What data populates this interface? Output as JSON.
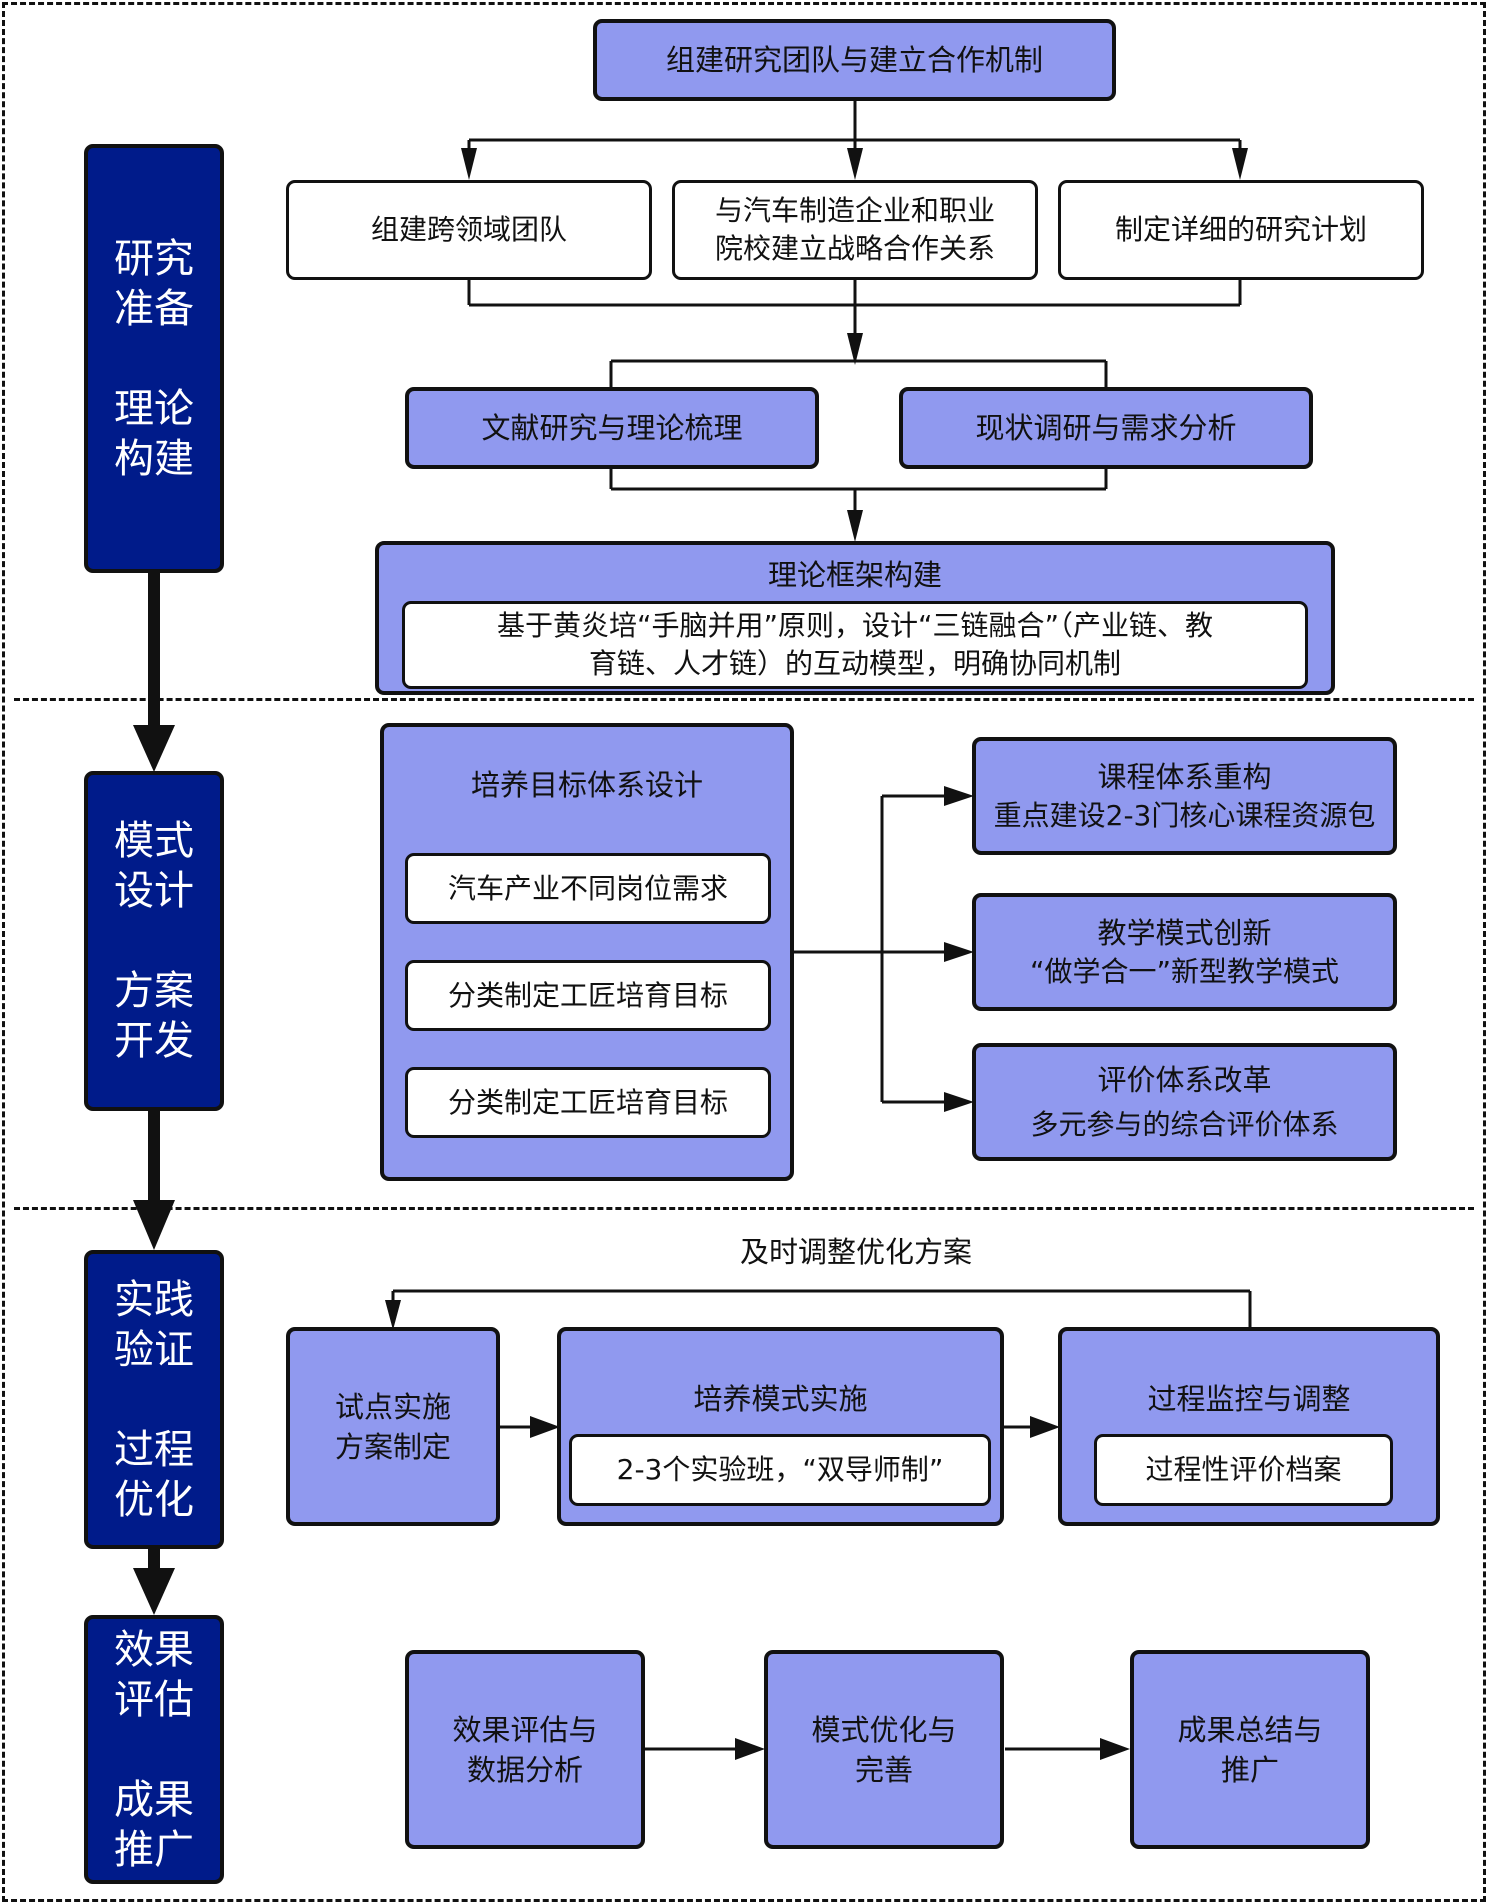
{
  "phases": [
    {
      "line1": "研究",
      "line2": "准备",
      "line3": "理论",
      "line4": "构建"
    },
    {
      "line1": "模式",
      "line2": "设计",
      "line3": "方案",
      "line4": "开发"
    },
    {
      "line1": "实践",
      "line2": "验证",
      "line3": "过程",
      "line4": "优化"
    },
    {
      "line1": "效果",
      "line2": "评估",
      "line3": "成果",
      "line4": "推广"
    }
  ],
  "stage1": {
    "top": "组建研究团队与建立合作机制",
    "branches": [
      {
        "label": "组建跨领域团队"
      },
      {
        "line1": "与汽车制造企业和职业",
        "line2": "院校建立战略合作关系"
      },
      {
        "label": "制定详细的研究计划"
      }
    ],
    "parallel": [
      "文献研究与理论梳理",
      "现状调研与需求分析"
    ],
    "framework": {
      "title": "理论框架构建",
      "line1": "基于黄炎培“手脑并用”原则，设计“三链融合”（产业链、教",
      "line2": "育链、人才链）的互动模型，明确协同机制"
    }
  },
  "stage2": {
    "goal": {
      "title": "培养目标体系设计",
      "steps": [
        "汽车产业不同岗位需求",
        "分类制定工匠培育目标",
        "分类制定工匠培育目标"
      ]
    },
    "outputs": [
      {
        "title": "课程体系重构",
        "sub": "重点建设2-3门核心课程资源包"
      },
      {
        "title": "教学模式创新",
        "sub": "“做学合一”新型教学模式"
      },
      {
        "title": "评价体系改革",
        "sub": "多元参与的综合评价体系"
      }
    ]
  },
  "stage3": {
    "feedback_label": "及时调整优化方案",
    "pilot": {
      "line1": "试点实施",
      "line2": "方案制定"
    },
    "implement": {
      "title": "培养模式实施",
      "sub": "2-3个实验班，“双导师制”"
    },
    "monitor": {
      "title": "过程监控与调整",
      "sub": "过程性评价档案"
    }
  },
  "stage4": {
    "steps": [
      {
        "line1": "效果评估与",
        "line2": "数据分析"
      },
      {
        "line1": "模式优化与",
        "line2": "完善"
      },
      {
        "line1": "成果总结与",
        "line2": "推广"
      }
    ]
  }
}
